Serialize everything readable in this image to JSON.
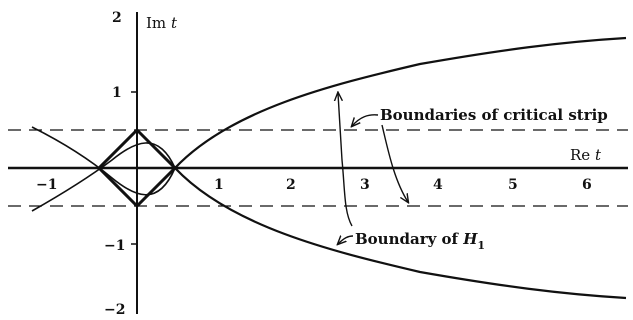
{
  "axes": {
    "x_label_main": "Re",
    "x_label_var": "t",
    "y_label_main": "Im",
    "y_label_var": "t",
    "x_ticks": [
      "−1",
      "1",
      "2",
      "3",
      "4",
      "5",
      "6"
    ],
    "y_ticks": [
      "2",
      "1",
      "−1",
      "−2"
    ]
  },
  "annotations": {
    "critical_strip": "Boundaries of critical strip",
    "h1_prefix": "Boundary of ",
    "h1_var": "H",
    "h1_sub": "1"
  }
}
